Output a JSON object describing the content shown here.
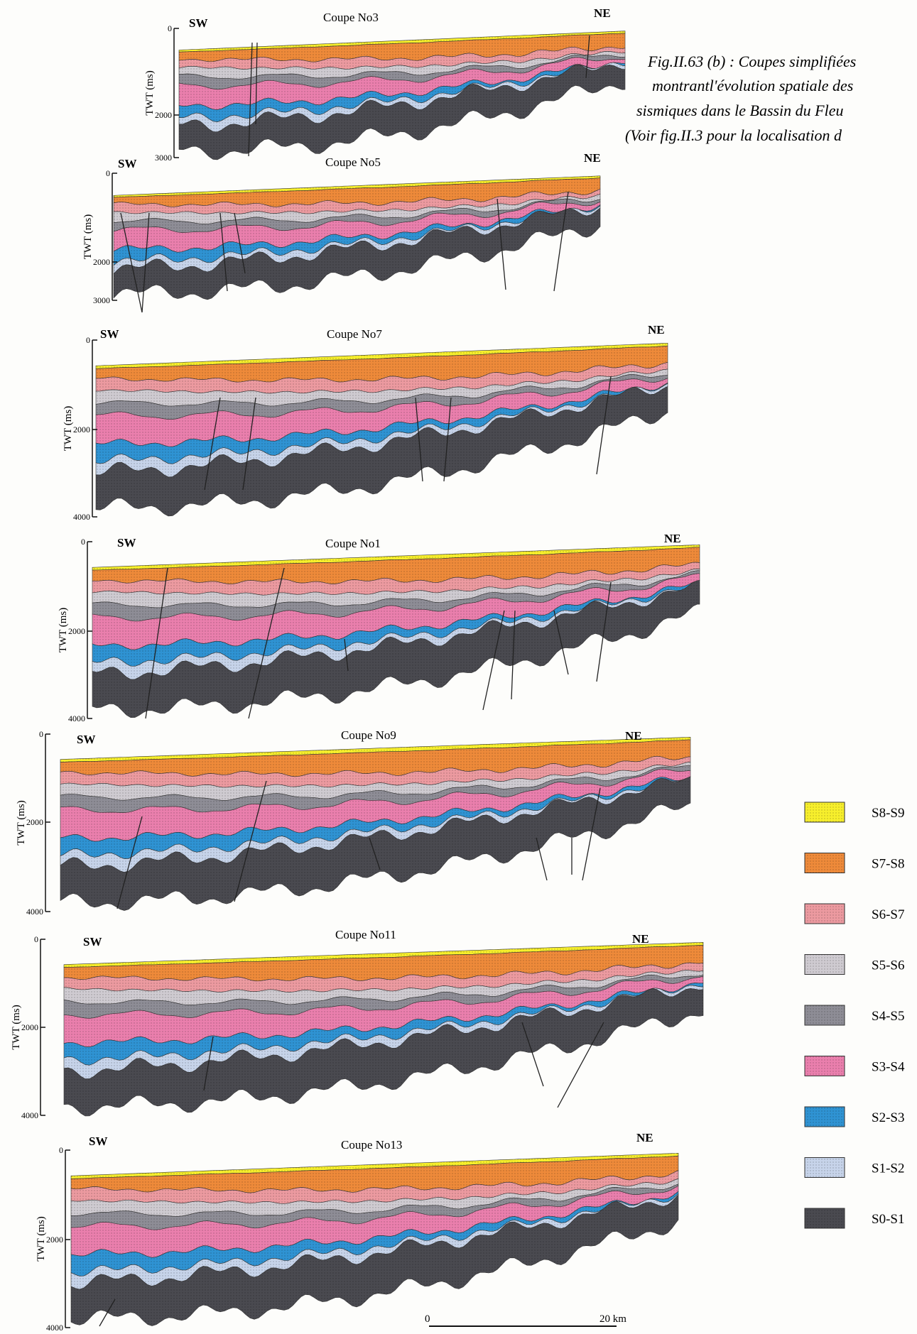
{
  "figure": {
    "caption_lines": [
      "Fig.II.63 (b) : Coupes simplifiées",
      "montrantl'évolution spatiale des",
      "sismiques dans le Bassin du Fleu",
      "(Voir fig.II.3 pour la localisation d"
    ]
  },
  "colors": {
    "yellow": "#f7ef2c",
    "orange": "#ee8a3a",
    "lightpink": "#ec9aa0",
    "lightgrey": "#cfcbd1",
    "darkgrey": "#8e8d96",
    "pink": "#ea7fad",
    "blue": "#2f93d3",
    "paleblue": "#c7d4ea",
    "black": "#4a4a50"
  },
  "sections": [
    {
      "title": "Coupe No3",
      "sw": "SW",
      "ne": "NE",
      "axis": "TWT (ms)",
      "ticks": [
        "0",
        "2000",
        "3000"
      ]
    },
    {
      "title": "Coupe No5",
      "sw": "SW",
      "ne": "NE",
      "axis": "TWT (ms)",
      "ticks": [
        "0",
        "2000",
        "3000"
      ]
    },
    {
      "title": "Coupe No7",
      "sw": "SW",
      "ne": "NE",
      "axis": "TWT (ms)",
      "ticks": [
        "0",
        "2000",
        "4000"
      ]
    },
    {
      "title": "Coupe No1",
      "sw": "SW",
      "ne": "NE",
      "axis": "TWT (ms)",
      "ticks": [
        "0",
        "2000",
        "4000"
      ]
    },
    {
      "title": "Coupe No9",
      "sw": "SW",
      "ne": "NE",
      "axis": "TWT (ms)",
      "ticks": [
        "0",
        "2000",
        "4000"
      ]
    },
    {
      "title": "Coupe No11",
      "sw": "SW",
      "ne": "NE",
      "axis": "TWT (ms)",
      "ticks": [
        "0",
        "2000",
        "4000"
      ]
    },
    {
      "title": "Coupe No13",
      "sw": "SW",
      "ne": "NE",
      "axis": "TWT (ms)",
      "ticks": [
        "0",
        "2000",
        "4000"
      ]
    }
  ],
  "legend": [
    {
      "label": "S8-S9",
      "color_key": "yellow"
    },
    {
      "label": "S7-S8",
      "color_key": "orange"
    },
    {
      "label": "S6-S7",
      "color_key": "lightpink"
    },
    {
      "label": "S5-S6",
      "color_key": "lightgrey"
    },
    {
      "label": "S4-S5",
      "color_key": "darkgrey"
    },
    {
      "label": "S3-S4",
      "color_key": "pink"
    },
    {
      "label": "S2-S3",
      "color_key": "blue"
    },
    {
      "label": "S1-S2",
      "color_key": "paleblue"
    },
    {
      "label": "S0-S1",
      "color_key": "black"
    }
  ],
  "scale_bar": {
    "start": "0",
    "end": "20 km"
  }
}
